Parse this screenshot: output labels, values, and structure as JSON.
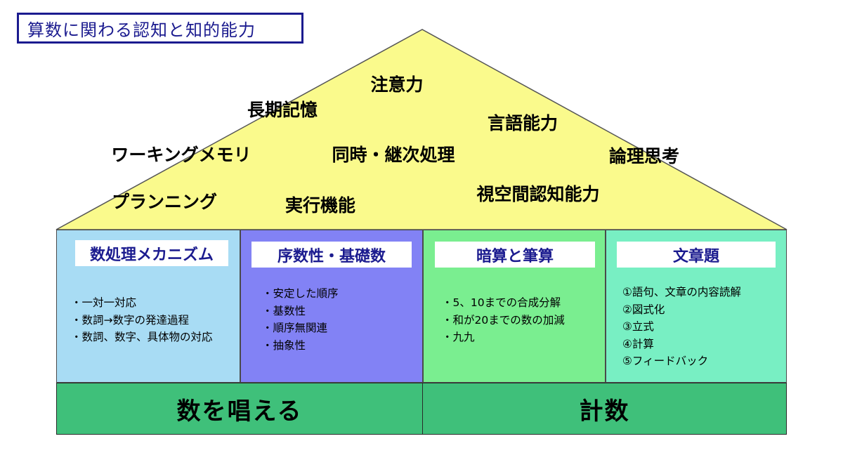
{
  "title": "算数に関わる認知と知的能力",
  "colors": {
    "roof": "#fafa8c",
    "pillar1": "#a8dcf4",
    "pillar2": "#8282f5",
    "pillar3": "#7aee90",
    "pillar4": "#78efc3",
    "base": "#3fc07a",
    "head_text": "#1b1b8f"
  },
  "roof": {
    "attention": "注意力",
    "long_term_memory": "長期記憶",
    "language": "言語能力",
    "working_memory": "ワーキングメモリ",
    "simultaneous_sequential": "同時・継次処理",
    "logical_thinking": "論理思考",
    "planning": "プランニング",
    "executive_function": "実行機能",
    "visuospatial": "視空間認知能力"
  },
  "pillars": [
    {
      "heading": "数処理メカニズム",
      "items": [
        "・一対一対応",
        "・数詞→数字の発達過程",
        "・数詞、数字、具体物の対応"
      ]
    },
    {
      "heading": "序数性・基礎数",
      "items": [
        "・安定した順序",
        "・基数性",
        "・順序無関連",
        "・抽象性"
      ]
    },
    {
      "heading": "暗算と筆算",
      "items": [
        "・5、10までの合成分解",
        "・和が20までの数の加減",
        "・九九"
      ]
    },
    {
      "heading": "文章題",
      "items": [
        "①語句、文章の内容読解",
        "②図式化",
        "③立式",
        "④計算",
        "⑤フィードバック"
      ]
    }
  ],
  "base": {
    "left": "数を唱える",
    "right": "計数"
  }
}
